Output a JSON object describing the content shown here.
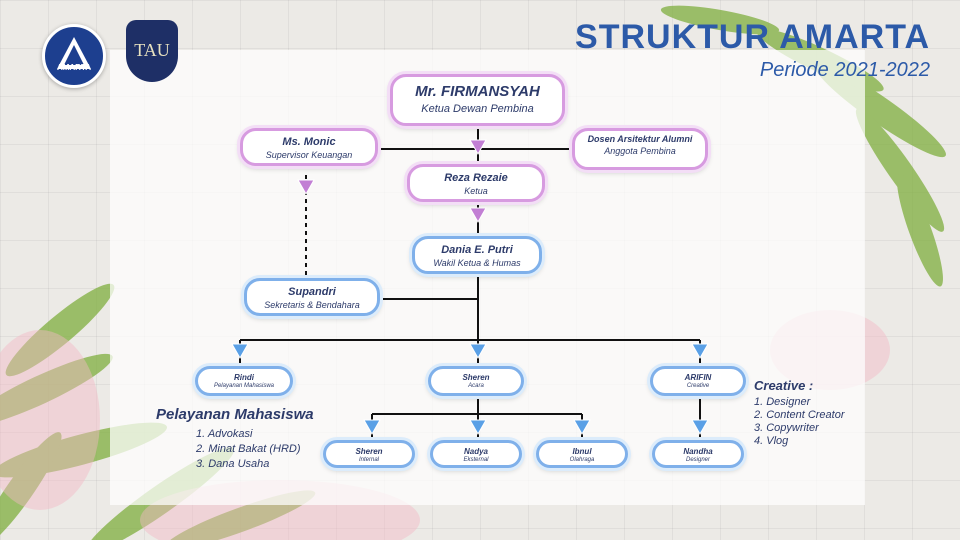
{
  "header": {
    "title": "STRUKTUR AMARTA",
    "period": "Periode 2021-2022",
    "logo1_text": "AMARTA",
    "logo2_text": "TAU"
  },
  "nodes": {
    "firmansyah": {
      "name": "Mr. FIRMANSYAH",
      "role": "Ketua Dewan Pembina"
    },
    "monic": {
      "name": "Ms. Monic",
      "role": "Supervisor Keuangan"
    },
    "dosen": {
      "name": "Dosen Arsitektur Alumni",
      "role": "Anggota Pembina"
    },
    "reza": {
      "name": "Reza Rezaie",
      "role": "Ketua"
    },
    "dania": {
      "name": "Dania E. Putri",
      "role": "Wakil Ketua & Humas"
    },
    "supandri": {
      "name": "Supandri",
      "role": "Sekretaris & Bendahara"
    },
    "rindi": {
      "name": "Rindi",
      "role": "Pelayanan Mahasiswa"
    },
    "sheren_acara": {
      "name": "Sheren",
      "role": "Acara"
    },
    "arifin": {
      "name": "ARIFIN",
      "role": "Creative"
    },
    "sheren_internal": {
      "name": "Sheren",
      "role": "Internal"
    },
    "nadya": {
      "name": "Nadya",
      "role": "Eksternal"
    },
    "ibnul": {
      "name": "Ibnul",
      "role": "Olahraga"
    },
    "nandha": {
      "name": "Nandha",
      "role": "Designer"
    }
  },
  "pelayanan": {
    "title": "Pelayanan Mahasiswa",
    "items": [
      "1. Advokasi",
      "2. Minat Bakat (HRD)",
      "3. Dana Usaha"
    ]
  },
  "creative": {
    "title": "Creative :",
    "items": [
      "1. Designer",
      "2. Content Creator",
      "3. Copywriter",
      "4. Vlog"
    ]
  },
  "colors": {
    "title": "#2c5aa8",
    "pink_border": "#d79be0",
    "blue_border": "#7fb0ea",
    "leaf": "#7fae3e"
  }
}
